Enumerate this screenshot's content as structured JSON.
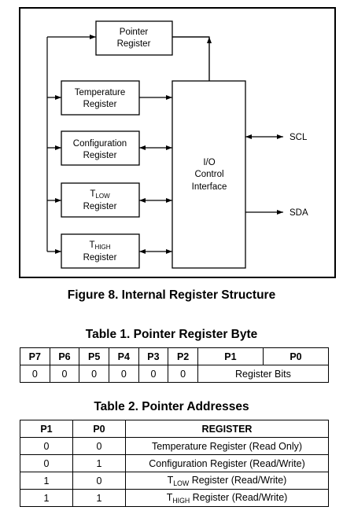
{
  "diagram": {
    "pointer": [
      "Pointer",
      "Register"
    ],
    "temperature": [
      "Temperature",
      "Register"
    ],
    "configuration": [
      "Configuration",
      "Register"
    ],
    "tlow": {
      "main": "T",
      "sub": "LOW",
      "line2": "Register"
    },
    "thigh": {
      "main": "T",
      "sub": "HIGH",
      "line2": "Register"
    },
    "io": [
      "I/O",
      "Control",
      "Interface"
    ],
    "scl": "SCL",
    "sda": "SDA"
  },
  "figure_caption": "Figure 8. Internal Register Structure",
  "table1": {
    "title": "Table 1. Pointer Register Byte",
    "headers": [
      "P7",
      "P6",
      "P5",
      "P4",
      "P3",
      "P2",
      "P1",
      "P0"
    ],
    "values": [
      "0",
      "0",
      "0",
      "0",
      "0",
      "0"
    ],
    "merged": "Register Bits"
  },
  "table2": {
    "title": "Table 2. Pointer Addresses",
    "headers": [
      "P1",
      "P0",
      "REGISTER"
    ],
    "rows": [
      {
        "p1": "0",
        "p0": "0",
        "reg": "Temperature Register (Read Only)"
      },
      {
        "p1": "0",
        "p0": "1",
        "reg": "Configuration Register (Read/Write)"
      },
      {
        "p1": "1",
        "p0": "0",
        "reg_main": "T",
        "reg_sub": "LOW",
        "reg_rest": " Register (Read/Write)"
      },
      {
        "p1": "1",
        "p0": "1",
        "reg_main": "T",
        "reg_sub": "HIGH",
        "reg_rest": " Register (Read/Write)"
      }
    ]
  }
}
